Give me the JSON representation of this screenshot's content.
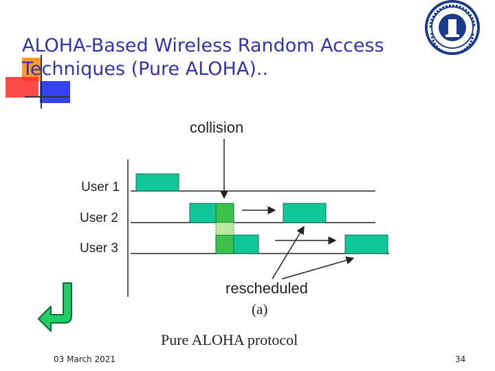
{
  "slide": {
    "title_line1": "ALOHA-Based Wireless Random Access",
    "title_line2": "Techniques (Pure ALOHA)..",
    "date": "03 March 2021",
    "page_number": "34"
  },
  "diagram": {
    "collision_label": "collision",
    "rescheduled_label": "rescheduled",
    "subfigure_label": "(a)",
    "caption": "Pure ALOHA protocol",
    "users": [
      "User 1",
      "User 2",
      "User 3"
    ],
    "packet_color": "#11c79a",
    "collision_color": "#3cc24a"
  },
  "colors": {
    "title": "#3333aa",
    "accent_red": "#ff2a2a",
    "accent_orange": "#ff9a2a",
    "accent_blue": "#3344ee",
    "return_arrow": "#22cc66"
  },
  "icons": {
    "logo": "university-seal-icon",
    "return": "return-arrow-icon"
  }
}
